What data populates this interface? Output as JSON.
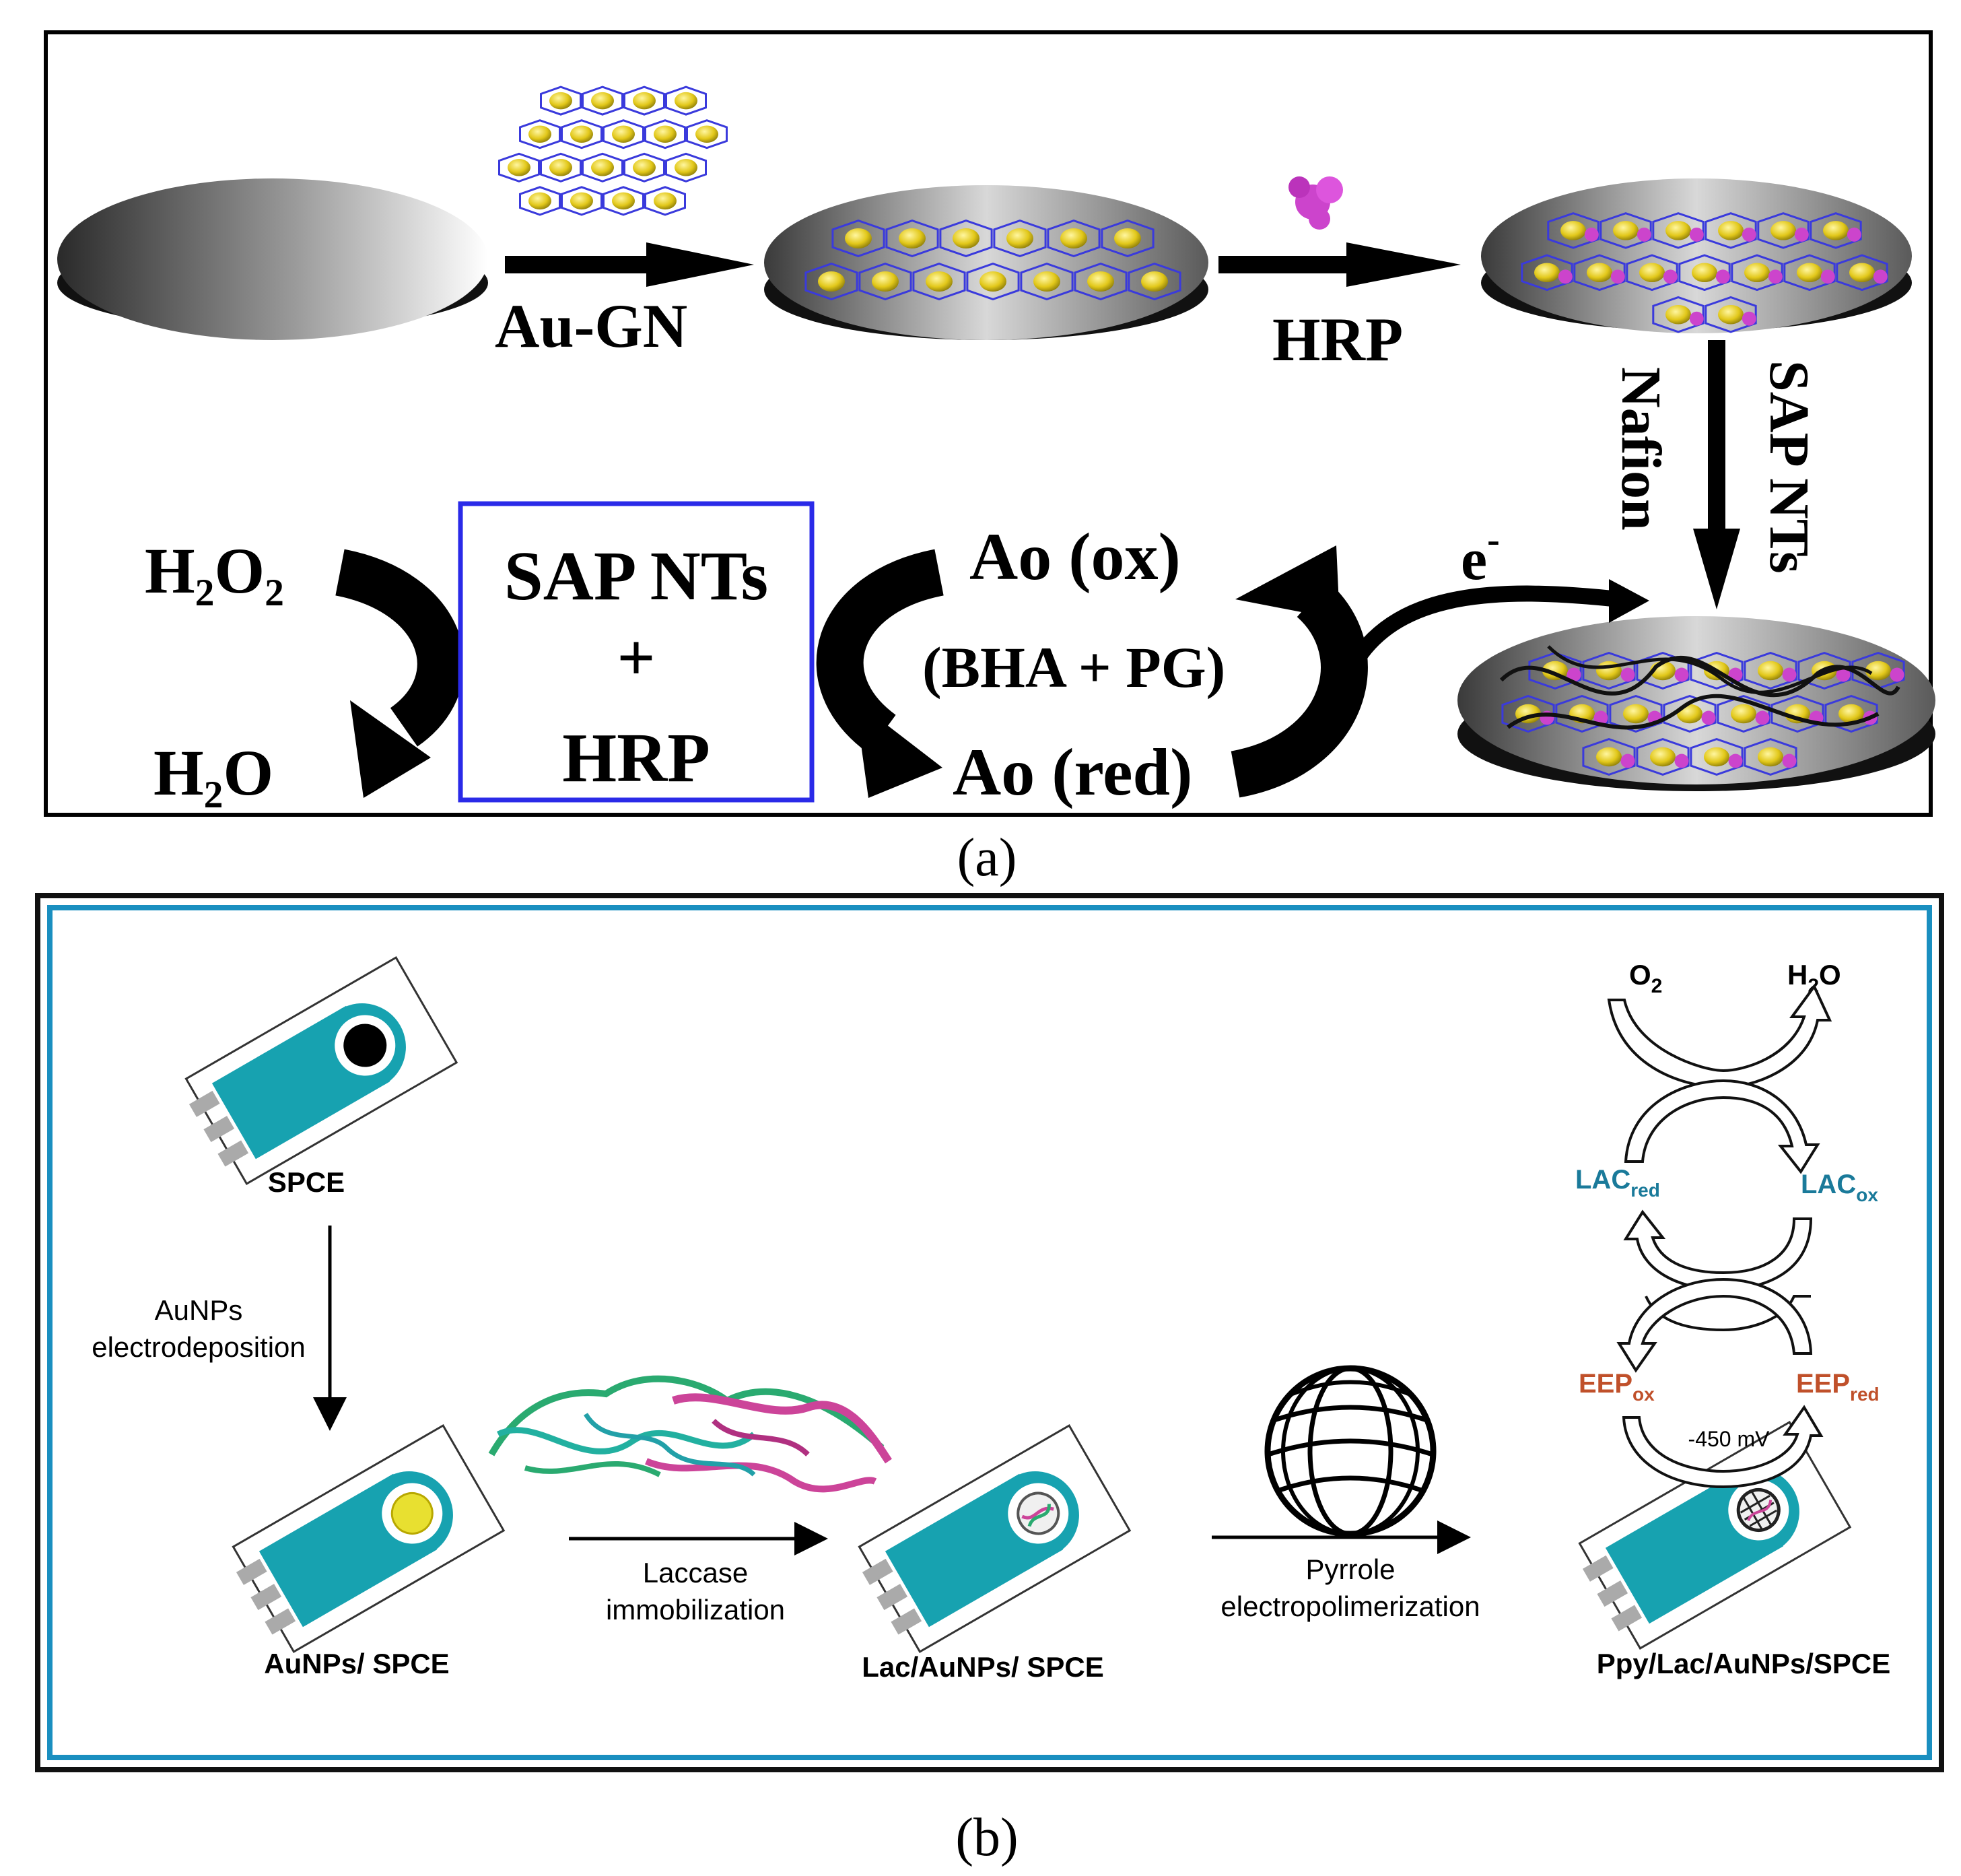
{
  "panel_a": {
    "caption": "(a)",
    "step1_label": "Au-GN",
    "step2_label": "HRP",
    "step3_label_left": "Nafion",
    "step3_label_right": "SAP NTs",
    "electron": "e",
    "electron_sup": "-",
    "h2o2": "H₂O₂",
    "h2o": "H₂O",
    "box_line1": "SAP NTs",
    "box_line2": "+",
    "box_line3": "HRP",
    "ao_ox": "Ao (ox)",
    "antioxidants": "(BHA + PG)",
    "ao_red": "Ao (red)",
    "colors": {
      "frame": "#000000",
      "box": "#2a2ae8",
      "nanoparticle": "#e8d020",
      "graphene": "#3a3adc",
      "hrp": "#cc44cc"
    }
  },
  "panel_b": {
    "caption": "(b)",
    "spce_label": "SPCE",
    "step1_line1": "AuNPs",
    "step1_line2": "electrodeposition",
    "aunps_label": "AuNPs/ SPCE",
    "step2_line1": "Laccase",
    "step2_line2": "immobilization",
    "lac_label": "Lac/AuNPs/ SPCE",
    "step3_line1": "Pyrrole",
    "step3_line2": "electropolimerization",
    "ppy_label": "Ppy/Lac/AuNPs/SPCE",
    "o2": "O",
    "o2_sub": "2",
    "h2o_h": "H",
    "h2o_sub": "2",
    "h2o_o": "O",
    "lac_red_main": "LAC",
    "lac_red_sub": "red",
    "lac_ox_main": "LAC",
    "lac_ox_sub": "ox",
    "eep_ox_main": "EEP",
    "eep_ox_sub": "ox",
    "eep_red_main": "EEP",
    "eep_red_sub": "red",
    "potential": "-450 mV",
    "colors": {
      "frame_outer": "#111111",
      "frame_inner": "#1a8fc0",
      "electrode": "#17a2b0",
      "lac": "#1a7a9a",
      "eep": "#c0502a"
    }
  }
}
